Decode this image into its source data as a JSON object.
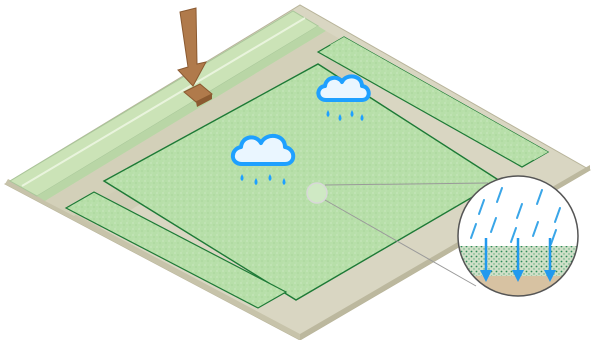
{
  "diagram": {
    "type": "isometric-illustration",
    "subject": "rain-infiltration",
    "elements": [
      "ground-slab",
      "curb-channel",
      "central-lawn-plot",
      "upper-right-lawn-plot",
      "lower-left-lawn-plot",
      "drain-arrow",
      "rain-cloud-icon",
      "rain-cloud-icon",
      "magnified-soil-inset"
    ]
  },
  "colors": {
    "background": "#ffffff",
    "slab_top": "#d9d6c2",
    "slab_side": "#c7c3aa",
    "lawn": "#b7dfa9",
    "lawn_border": "#1d7a36",
    "curb": "#cbe3b7",
    "arrow": "#b07a4b",
    "arrow_dark": "#8b5a31",
    "rain_icon": "#1ea0ff",
    "soil": "#d7c2a2",
    "soil_dots": "#2c8a58",
    "infiltration_arrow": "#2299ee"
  },
  "icons": [
    "drain-arrow-icon",
    "rain-cloud-icon",
    "magnifier-callout-icon"
  ]
}
